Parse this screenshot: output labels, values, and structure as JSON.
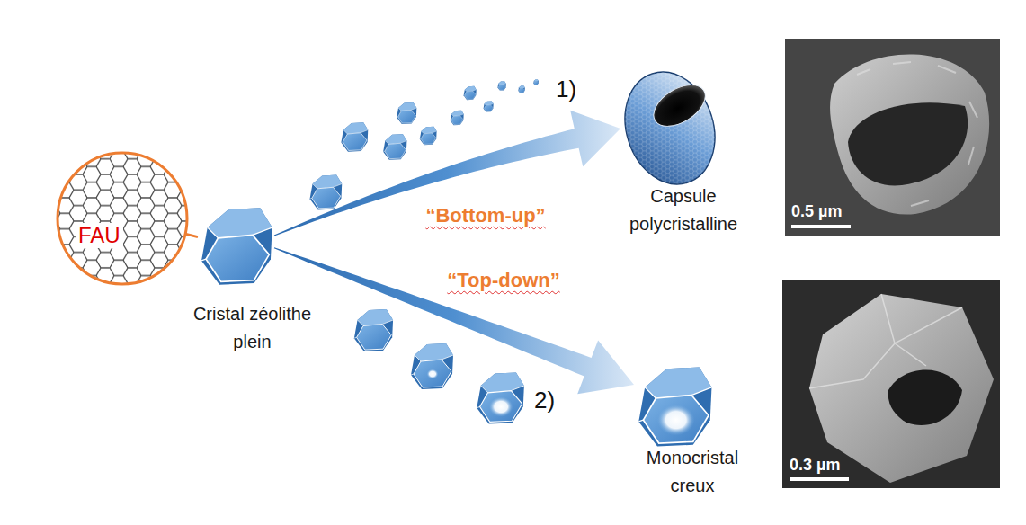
{
  "diagram": {
    "nodes": [
      {
        "text": [
          "FAU"
        ]
      },
      {
        "text": [
          "Cristal zéolithe plein"
        ]
      },
      {
        "text": [
          "Capsule polycristalline"
        ]
      },
      {
        "text": [
          "0.5 µm"
        ]
      },
      {
        "text": [
          "Monocristal creux"
        ]
      },
      {
        "text": [
          "0.3 µm"
        ]
      }
    ],
    "edges": [
      {
        "from": 0,
        "to": 1,
        "arrow": "none"
      },
      {
        "from": 1,
        "to": 2,
        "arrow": "to",
        "label": "“Bottom-up”"
      },
      {
        "from": 1,
        "to": 4,
        "arrow": "to",
        "label": "“Top-down”"
      }
    ],
    "labels": [
      "1)",
      "2)"
    ]
  }
}
